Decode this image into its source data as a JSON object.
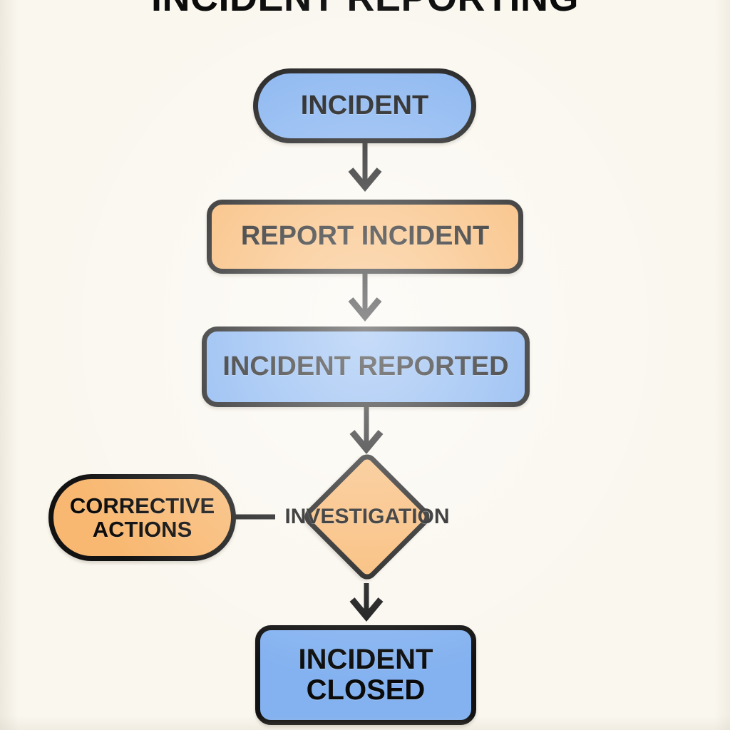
{
  "diagram": {
    "title": "INCIDENT REPORTING",
    "background_color": "#faf7ef",
    "palette": {
      "blue_fill": "#84b2f0",
      "orange_fill": "#f8b871",
      "stroke": "#121212",
      "text": "#0b0b0b"
    },
    "type": "flowchart",
    "nodes": [
      {
        "id": "incident",
        "label": "INCIDENT",
        "shape": "stadium",
        "fill": "#84b2f0",
        "color_name": "blue"
      },
      {
        "id": "report-incident",
        "label": "REPORT INCIDENT",
        "shape": "rounded-rectangle",
        "fill": "#f8b871",
        "color_name": "orange"
      },
      {
        "id": "incident-reported",
        "label": "INCIDENT REPORTED",
        "shape": "rounded-rectangle",
        "fill": "#84b2f0",
        "color_name": "blue"
      },
      {
        "id": "investigation",
        "label": "INVESTIGATION",
        "shape": "diamond",
        "fill": "#f8b871",
        "color_name": "orange"
      },
      {
        "id": "corrective-actions",
        "label": "CORRECTIVE\nACTIONS",
        "shape": "stadium",
        "fill": "#f8b871",
        "color_name": "orange"
      },
      {
        "id": "incident-closed",
        "label": "INCIDENT\nCLOSED",
        "shape": "rounded-rectangle",
        "fill": "#84b2f0",
        "color_name": "blue"
      }
    ],
    "edges": [
      {
        "id": "e1",
        "from": "incident",
        "to": "report-incident",
        "arrow": true,
        "direction": "down"
      },
      {
        "id": "e2",
        "from": "report-incident",
        "to": "incident-reported",
        "arrow": true,
        "direction": "down"
      },
      {
        "id": "e3",
        "from": "incident-reported",
        "to": "investigation",
        "arrow": true,
        "direction": "down"
      },
      {
        "id": "e4",
        "from": "investigation",
        "to": "corrective-actions",
        "arrow": false,
        "direction": "left"
      },
      {
        "id": "e5",
        "from": "investigation",
        "to": "incident-closed",
        "arrow": true,
        "direction": "down"
      }
    ]
  }
}
